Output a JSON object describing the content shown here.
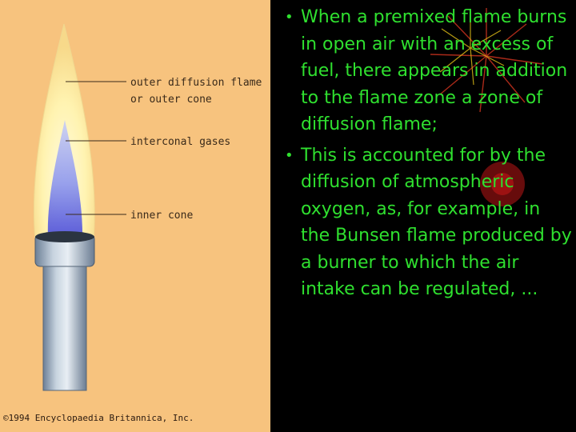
{
  "figure": {
    "labels": {
      "outer_line1": "outer diffusion flame",
      "outer_line2": "or outer cone",
      "interconal": "interconal gases",
      "inner": "inner cone"
    },
    "copyright": "©1994 Encyclopaedia Britannica, Inc.",
    "colors": {
      "background": "#f7c37e",
      "outer_flame": "#fff2a8",
      "inner_flame": "#7a86e8",
      "burner": "#9fb0c4"
    }
  },
  "text": {
    "bullets": [
      "When a premixed flame burns in open air with an excess of fuel, there appears in addition to the flame zone a zone of diffusion flame;",
      "This is accounted for by the diffusion of atmospheric oxygen, as, for example, in the Bunsen flame produced by a burner to which the air intake can be regulated, ..."
    ],
    "color": "#2fe02f"
  }
}
